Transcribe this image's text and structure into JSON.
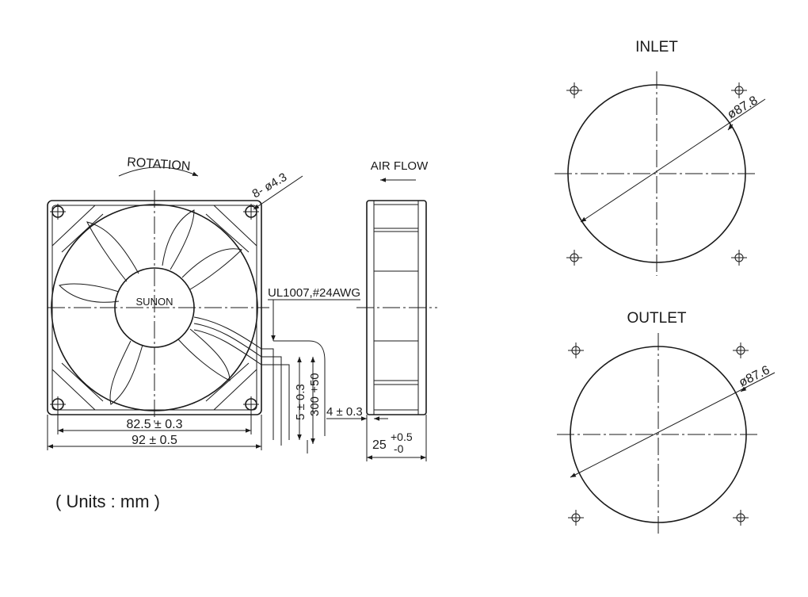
{
  "front_view": {
    "rotation_label": "ROTATION",
    "hole_callout": "8- ø4.3",
    "brand_label": "SUNON",
    "cable_label": "UL1007,#24AWG",
    "dim_hole_pitch": "82.5 ± 0.3",
    "dim_frame_width": "92 ± 0.5",
    "dim_strip": "5 ± 0.3",
    "dim_lead": "300 +50"
  },
  "side_view": {
    "airflow_label": "AIR FLOW",
    "dim_offset": "4 ± 0.3",
    "dim_depth_main": "25",
    "dim_depth_plus": "+0.5",
    "dim_depth_minus": "-0"
  },
  "inlet_view": {
    "title": "INLET",
    "diameter_label": "ø87.8"
  },
  "outlet_view": {
    "title": "OUTLET",
    "diameter_label": "ø87.6"
  },
  "units_note": "( Units : mm )"
}
